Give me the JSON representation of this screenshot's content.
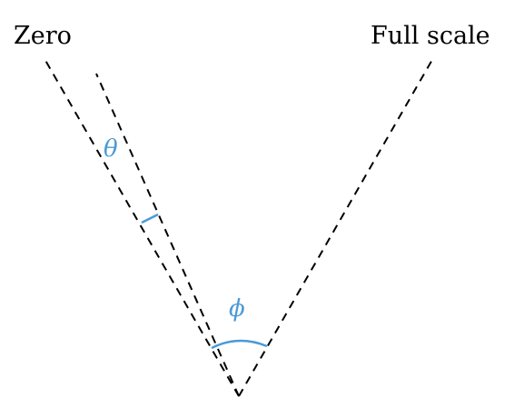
{
  "labels": {
    "zero": "Zero",
    "full_scale": "Full scale",
    "theta": "θ",
    "phi": "ϕ"
  },
  "colors": {
    "line": "#000000",
    "accent": "#4a9ad6"
  }
}
